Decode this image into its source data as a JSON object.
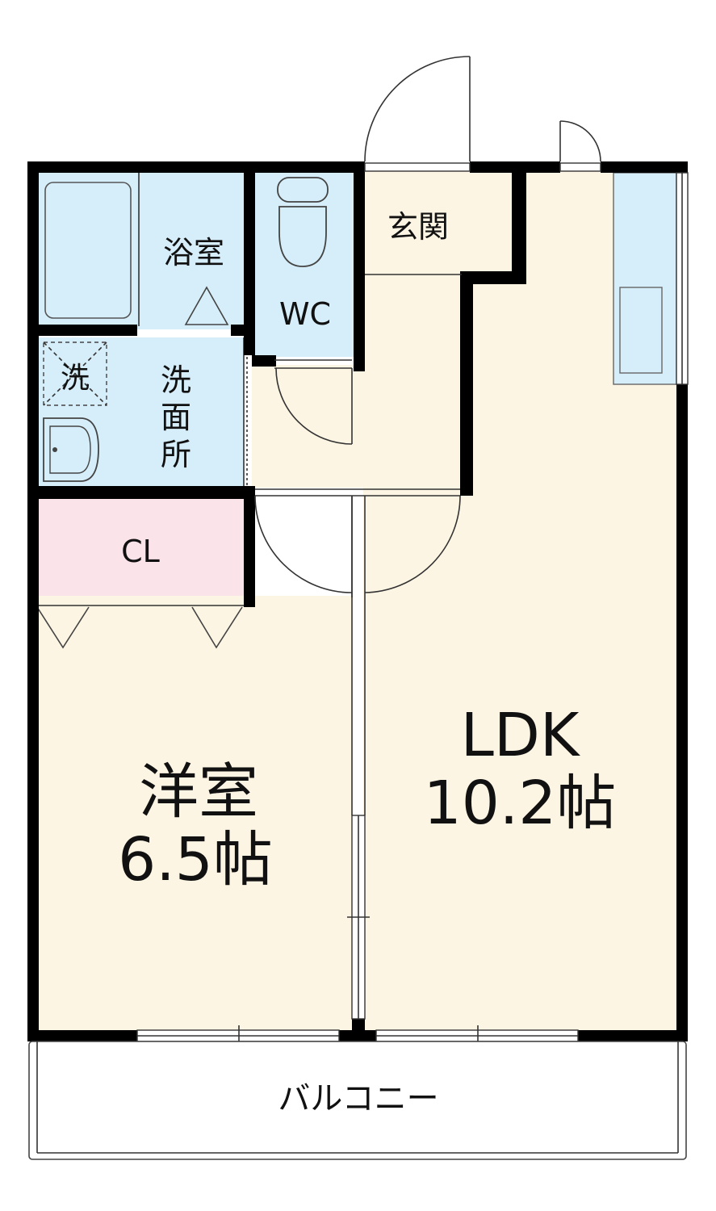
{
  "rooms": {
    "bath": {
      "label": "浴室",
      "color": "#d6eef9"
    },
    "wc": {
      "label": "WC",
      "color": "#d6eef9"
    },
    "entrance": {
      "label": "玄関",
      "color": "#fdf5e3"
    },
    "washroom": {
      "label_lines": [
        "洗",
        "面",
        "所"
      ],
      "color": "#d6eef9"
    },
    "washer": {
      "label": "洗"
    },
    "closet": {
      "label": "CL",
      "color": "#fbe3ea"
    },
    "western": {
      "name": "洋室",
      "size": "6.5帖",
      "color": "#fdf5e3"
    },
    "ldk": {
      "name": "LDK",
      "size": "10.2帖",
      "color": "#fdf5e3"
    },
    "balcony": {
      "label": "バルコニー"
    }
  },
  "colors": {
    "wall": "#000000",
    "wet_area": "#d6eef9",
    "storage": "#fbe3ea",
    "living": "#fdf5e3"
  }
}
